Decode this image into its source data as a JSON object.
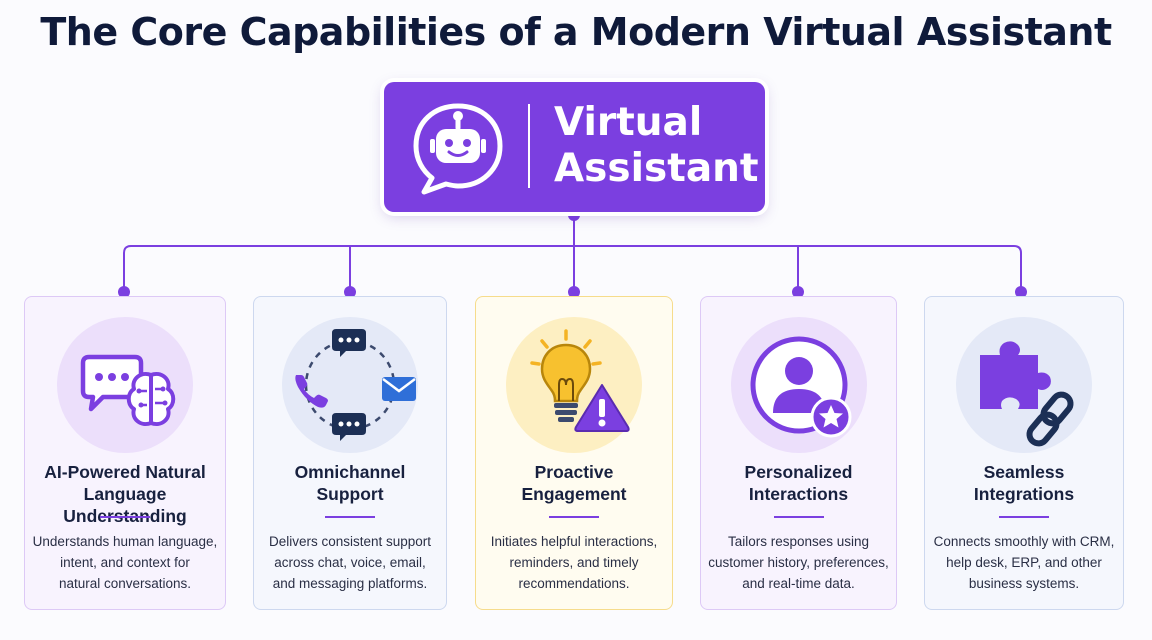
{
  "title": "The Core Capabilities of a Modern Virtual Assistant",
  "hub": {
    "line1": "Virtual",
    "line2": "Assistant",
    "icon": "robot-chat-bubble-icon",
    "color": "#7b3fe0"
  },
  "colors": {
    "accent": "#7b3fe0",
    "title": "#0f1a3a",
    "yellow": "#f4b324",
    "navy": "#1c2f55",
    "blue": "#2f6fd8"
  },
  "cards": [
    {
      "title_line1": "AI-Powered Natural",
      "title_line2": "Language Understanding",
      "desc_line1": "Understands human language,",
      "desc_line2": "intent, and context for",
      "desc_line3": "natural conversations.",
      "icon": "chat-brain-icon",
      "bg": "#f8f3fe",
      "border": "#ddc9f6",
      "circle": "#ecdffb"
    },
    {
      "title_line1": "Omnichannel",
      "title_line2": "Support",
      "desc_line1": "Delivers consistent support",
      "desc_line2": "across chat, voice, email,",
      "desc_line3": "and messaging platforms.",
      "icon": "omnichannel-icon",
      "bg": "#f5f7fd",
      "border": "#cdd8ef",
      "circle": "#e4e9f7"
    },
    {
      "title_line1": "Proactive",
      "title_line2": "Engagement",
      "desc_line1": "Initiates helpful interactions,",
      "desc_line2": "reminders, and timely",
      "desc_line3": "recommendations.",
      "icon": "lightbulb-alert-icon",
      "bg": "#fffcf0",
      "border": "#f6dc8c",
      "circle": "#fdefc2"
    },
    {
      "title_line1": "Personalized",
      "title_line2": "Interactions",
      "desc_line1": "Tailors responses using",
      "desc_line2": "customer history, preferences,",
      "desc_line3": "and real-time data.",
      "icon": "user-star-icon",
      "bg": "#f8f3fe",
      "border": "#ddc9f6",
      "circle": "#ecdffb"
    },
    {
      "title_line1": "Seamless",
      "title_line2": "Integrations",
      "desc_line1": "Connects smoothly with CRM,",
      "desc_line2": "help desk, ERP, and other",
      "desc_line3": "business systems.",
      "icon": "puzzle-link-icon",
      "bg": "#f5f7fd",
      "border": "#cdd8ef",
      "circle": "#e4e9f7"
    }
  ]
}
